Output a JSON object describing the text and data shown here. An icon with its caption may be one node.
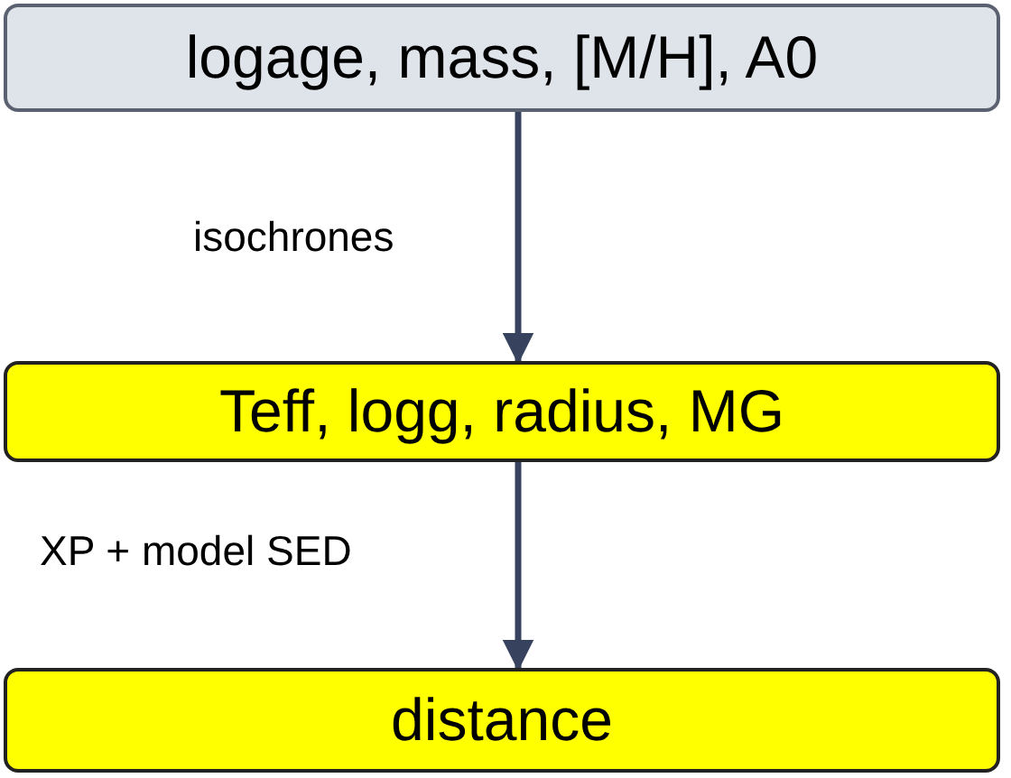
{
  "diagram": {
    "nodes": [
      {
        "text": [
          "logage, mass, [M/H], A0"
        ]
      },
      {
        "text": [
          "Teff, logg, radius, MG"
        ]
      },
      {
        "text": [
          "distance"
        ]
      }
    ],
    "edges": [
      {
        "from": 0,
        "to": 1,
        "arrow": "to",
        "label": "isochrones"
      },
      {
        "from": 1,
        "to": 2,
        "arrow": "to",
        "label": "XP + model SED"
      }
    ]
  }
}
